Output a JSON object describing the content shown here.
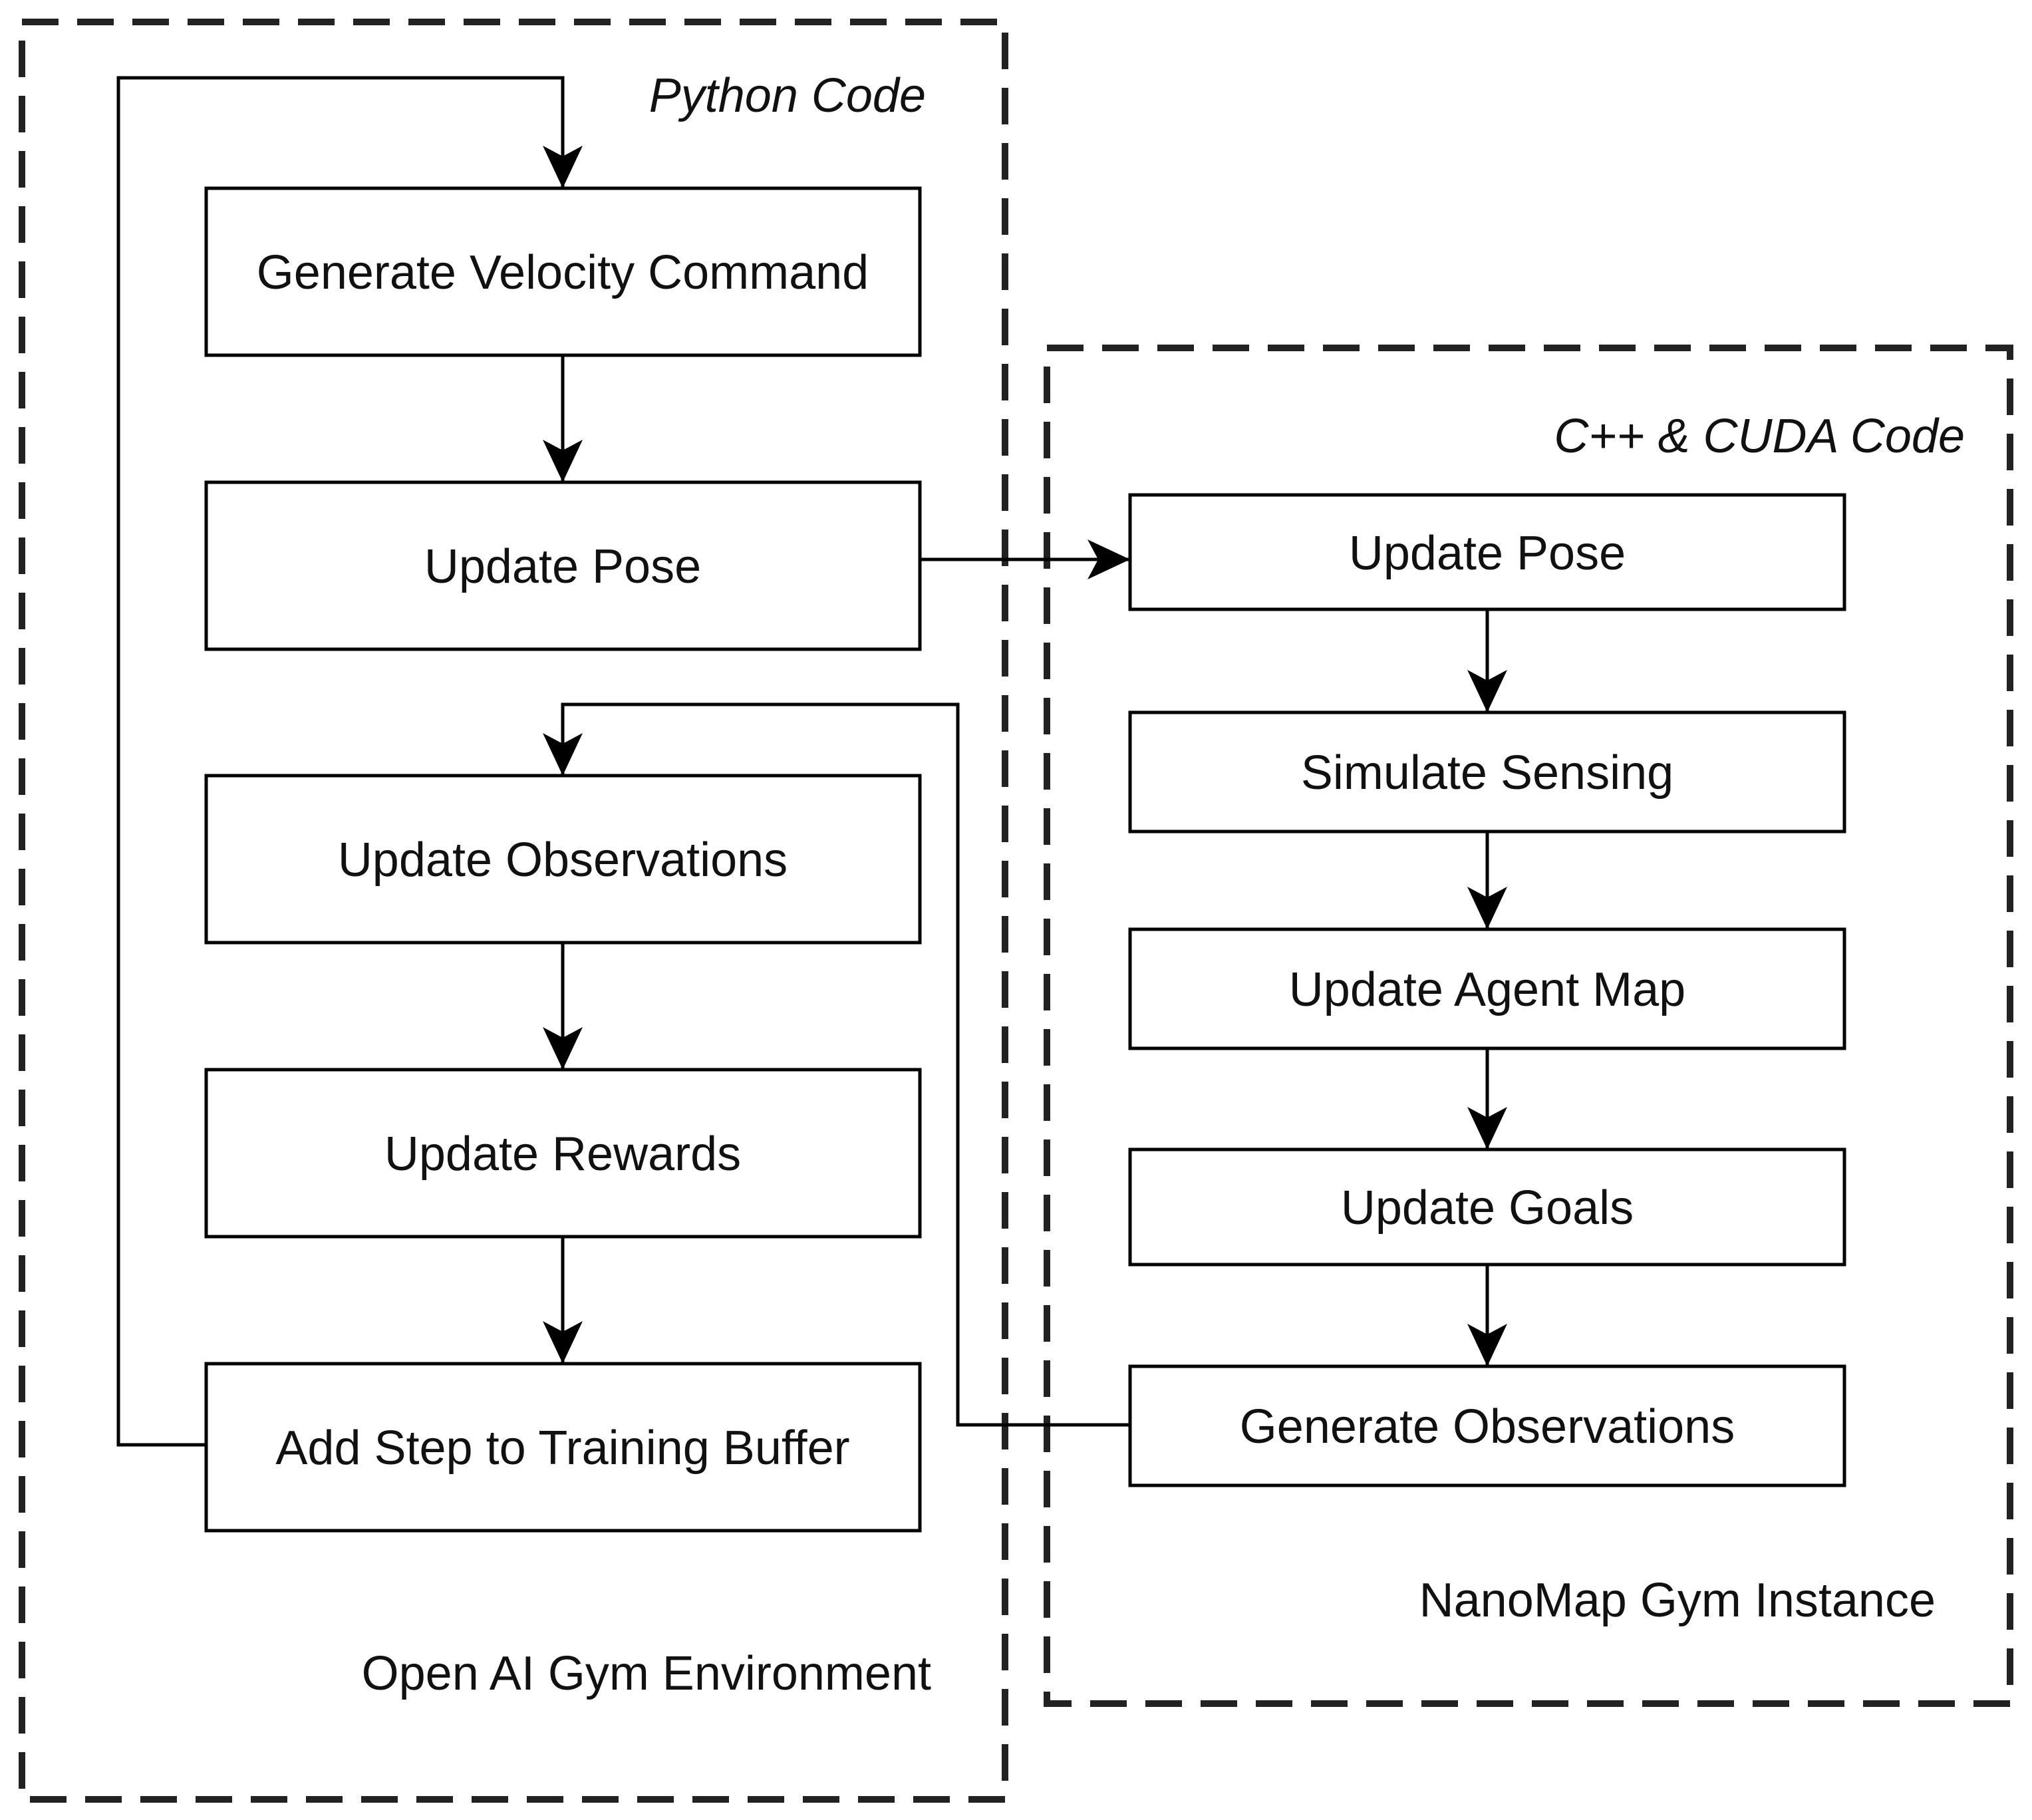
{
  "groups": {
    "python": {
      "title": "Python Code",
      "label": "Open AI Gym Environment"
    },
    "cpp": {
      "title": "C++ & CUDA Code",
      "label": "NanoMap Gym Instance"
    }
  },
  "python_nodes": {
    "generate_velocity": "Generate Velocity Command",
    "update_pose": "Update Pose",
    "update_observations": "Update Observations",
    "update_rewards": "Update Rewards",
    "add_step": "Add Step to Training Buffer"
  },
  "cpp_nodes": {
    "update_pose": "Update Pose",
    "simulate_sensing": "Simulate Sensing",
    "update_agent_map": "Update Agent Map",
    "update_goals": "Update Goals",
    "generate_observations": "Generate Observations"
  },
  "colors": {
    "stroke": "#000000",
    "background": "#ffffff"
  }
}
